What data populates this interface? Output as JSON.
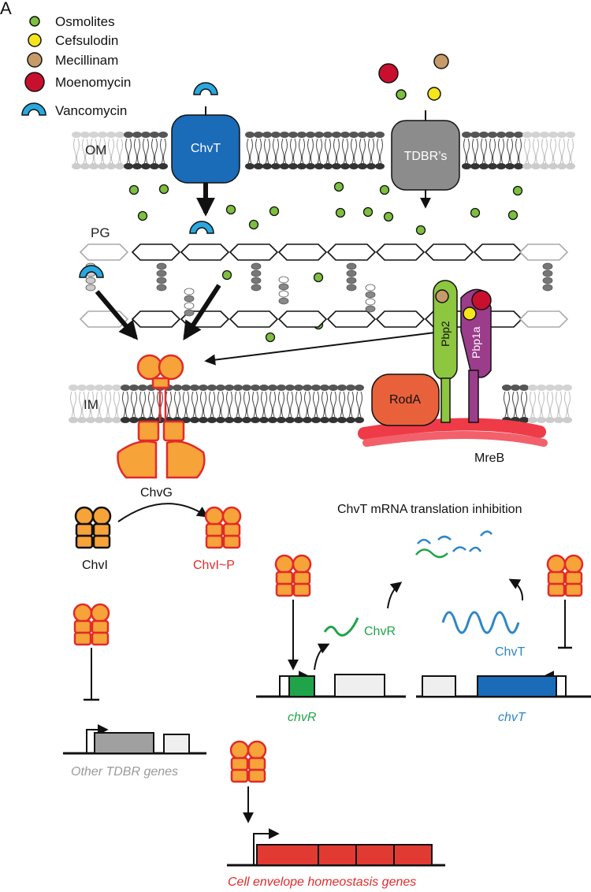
{
  "panel_letter": "A",
  "legend": [
    {
      "label": "Osmolites",
      "color": "#7dbf3f",
      "icon": "osmolite-dot-icon"
    },
    {
      "label": "Cefsulodin",
      "color": "#f5e61b",
      "icon": "cefsulodin-dot-icon"
    },
    {
      "label": "Mecillinam",
      "color": "#c79a6a",
      "icon": "mecillinam-dot-icon"
    },
    {
      "label": "Moenomycin",
      "color": "#c8102e",
      "icon": "moenomycin-dot-icon"
    },
    {
      "label": "Vancomycin",
      "color": "#29a8df",
      "icon": "vancomycin-pacman-icon"
    }
  ],
  "membranes": {
    "outer": "OM",
    "peptidoglycan": "PG",
    "inner": "IM"
  },
  "proteins": {
    "chvt_porin": "ChvT",
    "tdbr_porin": "TDBR’s",
    "pbp2": "Pbp2",
    "pbp1a": "Pbp1a",
    "roda": "RodA",
    "mreb": "MreB",
    "chvg": "ChvG",
    "chvi": "ChvI",
    "chvi_p": "ChvI~P"
  },
  "regulation": {
    "title": "ChvT mRNA translation inhibition",
    "chvr_rna": "ChvR",
    "chvt_rna": "ChvT",
    "chvr_gene": "chvR",
    "chvt_gene": "chvT",
    "other_genes": "Other TDBR genes",
    "homeostasis_genes": "Cell envelope homeostasis genes"
  },
  "colors": {
    "chvt_blue": "#1a6bb8",
    "tdbr_gray": "#8c8c8c",
    "pbp2_green": "#8dc63f",
    "pbp1a_purple": "#9b3d8a",
    "roda_orange": "#e8613a",
    "mreb_red": "#ee3b47",
    "chvi_orange": "#f6a33a",
    "phospho_red": "#e22a2a",
    "chvr_green": "#20a44a",
    "chvt_rna_blue": "#2f86c6",
    "homeostasis_red": "#e03a33"
  }
}
